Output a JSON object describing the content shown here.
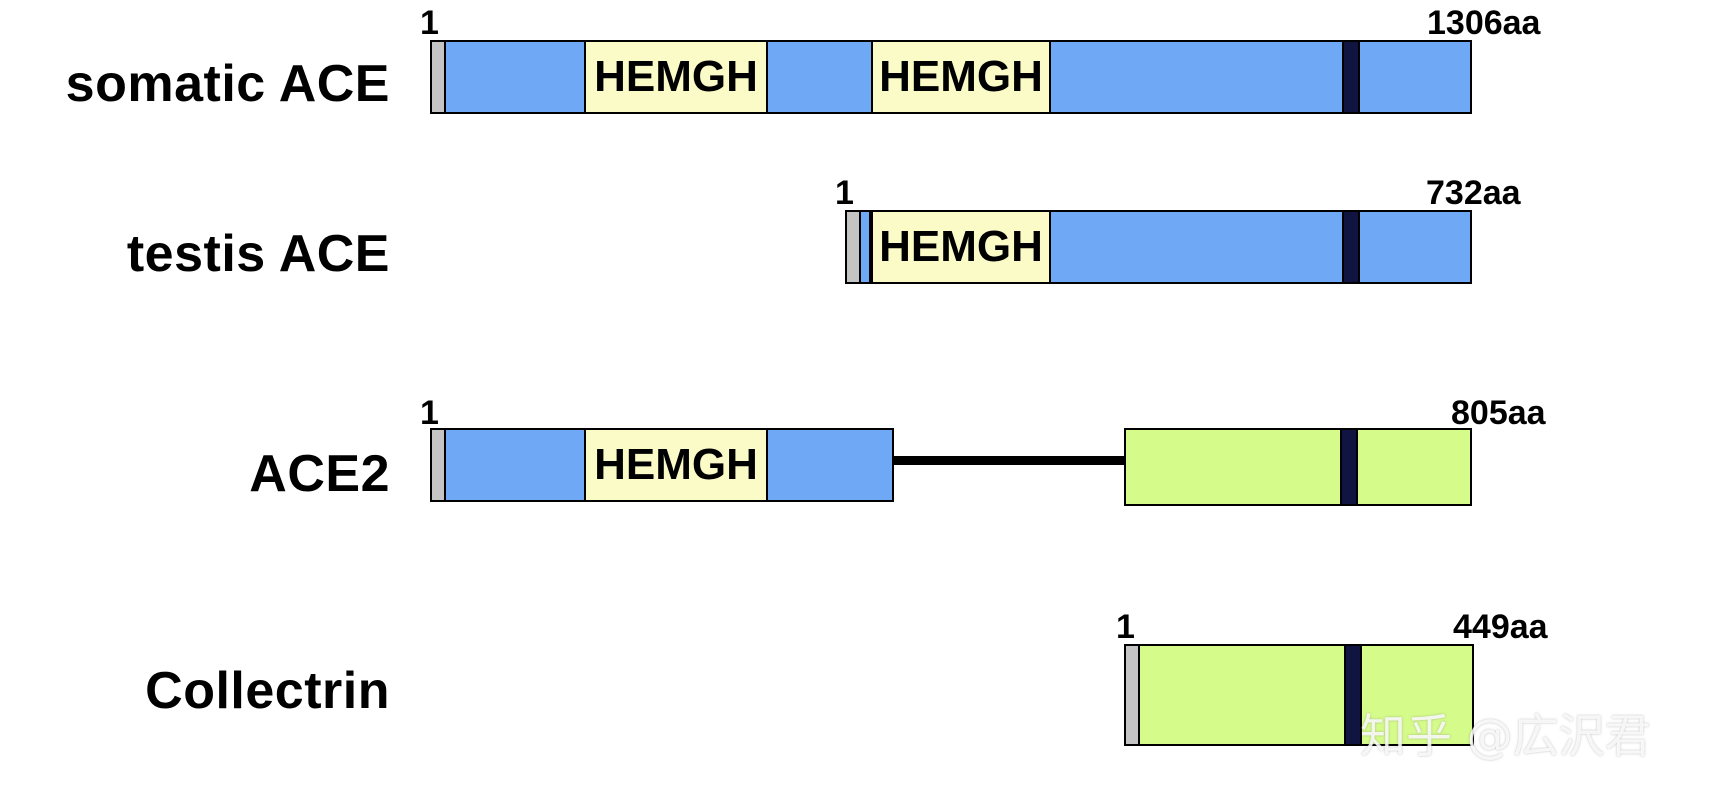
{
  "colors": {
    "ace_domain": "#6fa8f5",
    "hemgh_box": "#fbfbc8",
    "collectrin_domain": "#d5fb8a",
    "signal_peptide": "#c4c4c4",
    "transmembrane": "#0f1540"
  },
  "proteins": [
    {
      "name": "somatic ACE",
      "start": "1",
      "end": "1306aa",
      "motif": [
        "HEMGH",
        "HEMGH"
      ]
    },
    {
      "name": "testis ACE",
      "start": "1",
      "end": "732aa",
      "motif": [
        "HEMGH"
      ]
    },
    {
      "name": "ACE2",
      "start": "1",
      "end": "805aa",
      "motif": [
        "HEMGH"
      ]
    },
    {
      "name": "Collectrin",
      "start": "1",
      "end": "449aa"
    }
  ],
  "watermark": "知乎 @広沢君"
}
